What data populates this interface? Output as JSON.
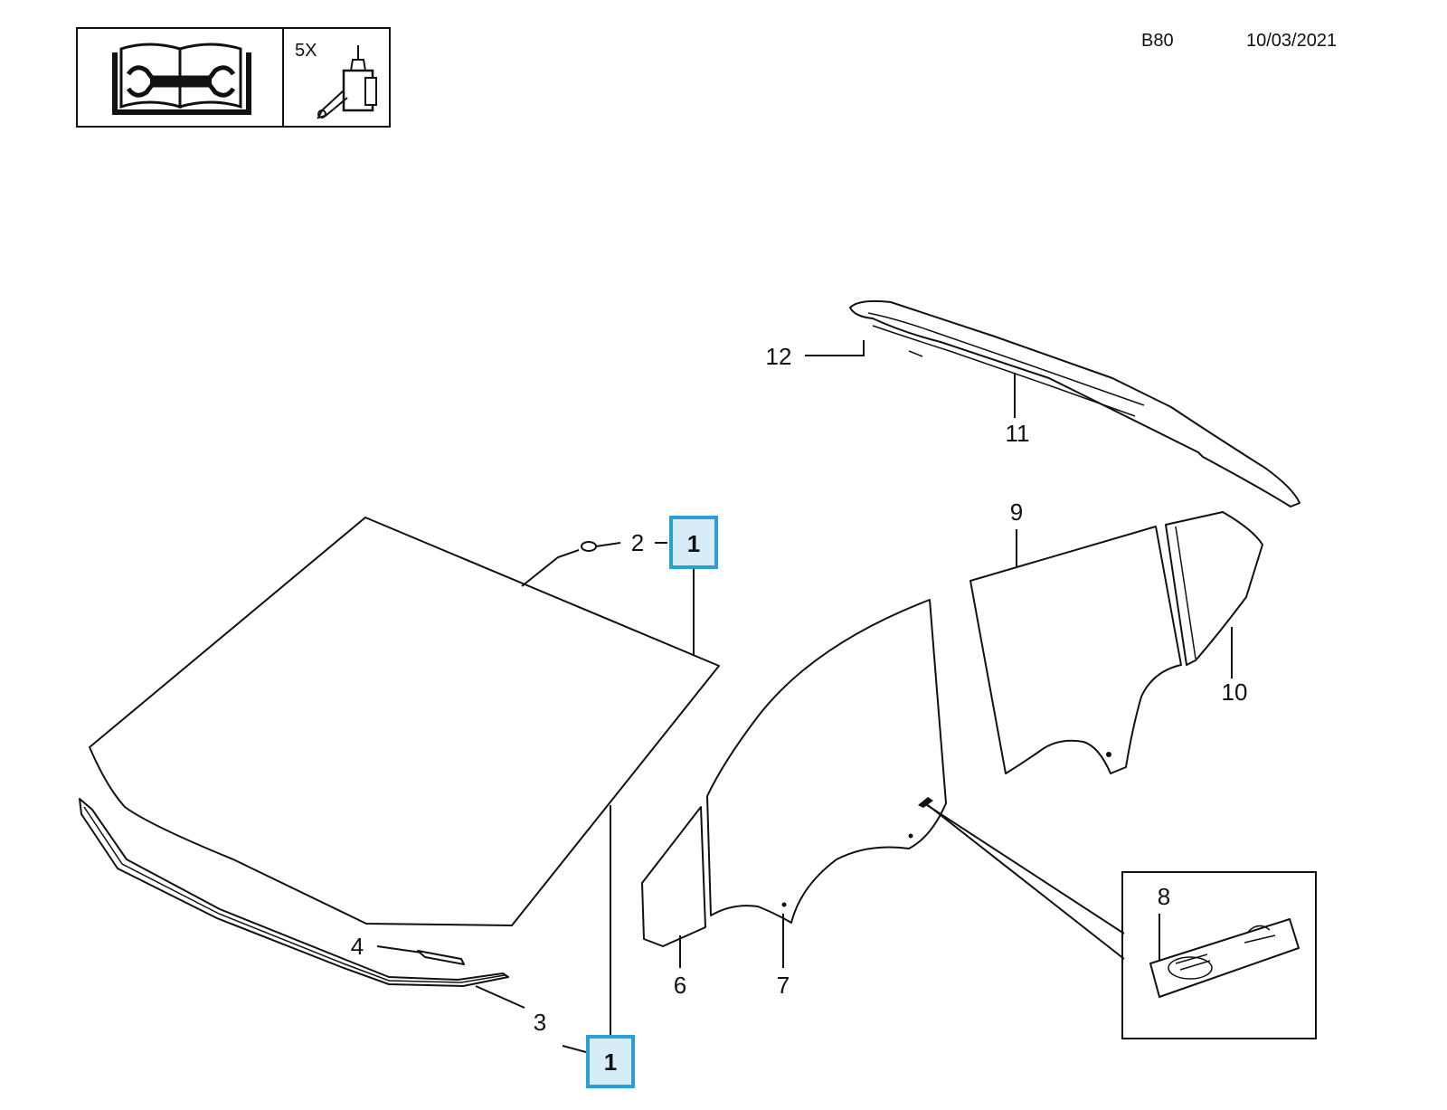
{
  "header": {
    "code": "B80",
    "date": "10/03/2021",
    "quantity": "5X",
    "manual_icon": "repair-manual-icon",
    "adhesive_icon": "adhesive-cartridge-icon"
  },
  "colors": {
    "highlight_fill": "#d6ecf7",
    "highlight_border": "#2a9fd6",
    "line": "#111111"
  },
  "callouts": {
    "c1_top": "1",
    "c1_bottom": "1",
    "c2": "2",
    "c3": "3",
    "c4": "4",
    "c6": "6",
    "c7": "7",
    "c8": "8",
    "c9": "9",
    "c10": "10",
    "c11": "11",
    "c12": "12"
  }
}
